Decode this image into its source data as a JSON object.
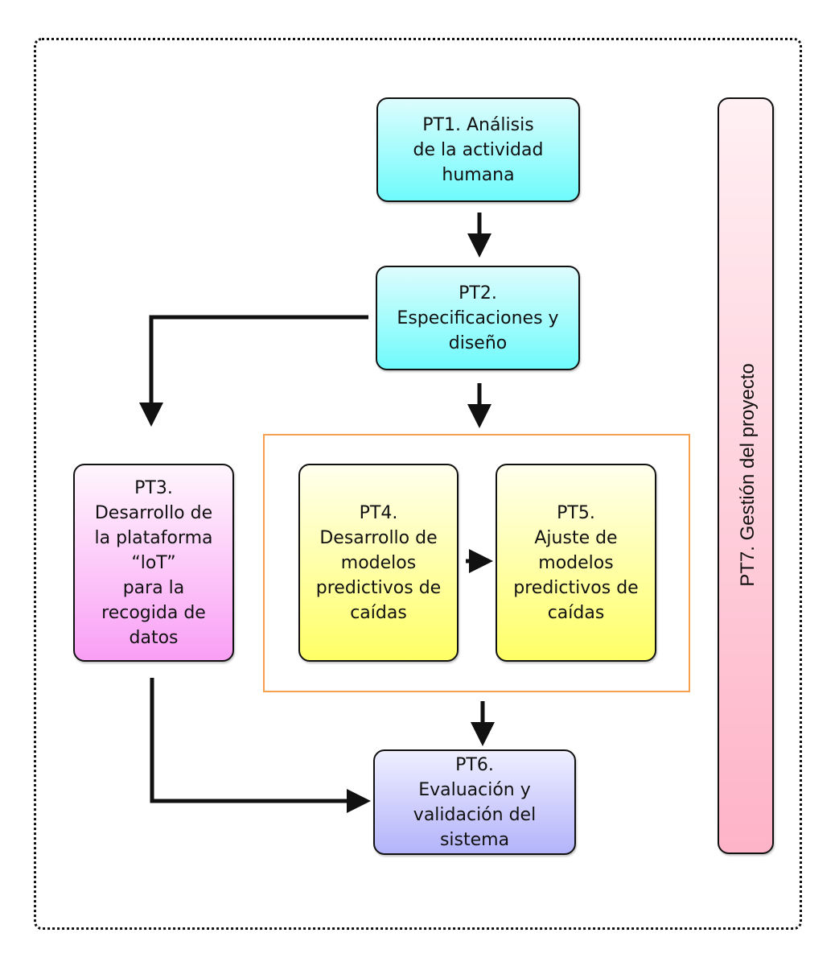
{
  "diagram": {
    "nodes": {
      "pt1": {
        "label": "PT1. Análisis\nde la actividad\nhumana",
        "color": "#6ffbfc"
      },
      "pt2": {
        "label": "PT2.\nEspecificaciones y\ndiseño",
        "color": "#6ffbfc"
      },
      "pt3": {
        "label": "PT3.\nDesarrollo de\nla plataforma\n“loT”\npara la\nrecogida de\ndatos",
        "color": "#f99ff5"
      },
      "pt4": {
        "label": "PT4.\nDesarrollo de\nmodelos\npredictivos de\ncaídas",
        "color": "#ffff66"
      },
      "pt5": {
        "label": "PT5.\nAjuste de\nmodelos\npredictivos de\ncaídas",
        "color": "#ffff66"
      },
      "pt6": {
        "label": "PT6.\nEvaluación y\nvalidación del\nsistema",
        "color": "#b3b3fb"
      },
      "pt7": {
        "label": "PT7. Gestión del proyecto",
        "color": "#feb3c8"
      }
    },
    "edges": [
      {
        "from": "pt1",
        "to": "pt2"
      },
      {
        "from": "pt2",
        "to": "pt3"
      },
      {
        "from": "pt2",
        "to": "pt4-pt5-group"
      },
      {
        "from": "pt4",
        "to": "pt5"
      },
      {
        "from": "pt4-pt5-group",
        "to": "pt6"
      },
      {
        "from": "pt3",
        "to": "pt6"
      }
    ],
    "group_border_color": "#f7a050"
  }
}
